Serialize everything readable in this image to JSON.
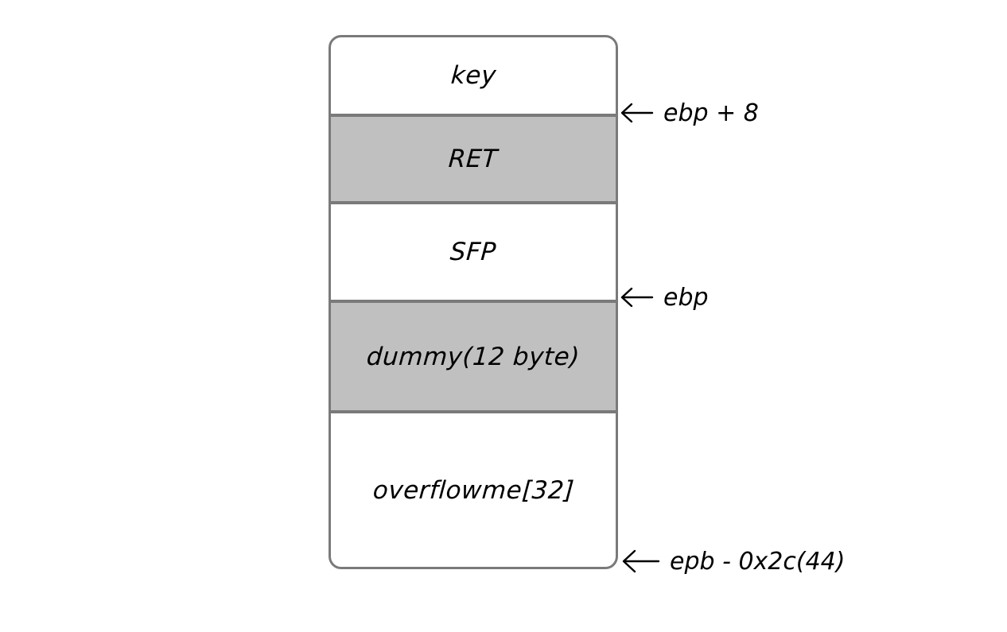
{
  "slots": [
    {
      "label": "key",
      "shaded": false
    },
    {
      "label": "RET",
      "shaded": true
    },
    {
      "label": "SFP",
      "shaded": false
    },
    {
      "label": "dummy(12 byte)",
      "shaded": true
    },
    {
      "label": "overflowme[32]",
      "shaded": false
    }
  ],
  "pointers": [
    {
      "label": "ebp + 8",
      "icon": "left-arrow-icon"
    },
    {
      "label": "ebp",
      "icon": "left-arrow-icon"
    },
    {
      "label": "epb - 0x2c(44)",
      "icon": "left-arrow-icon"
    }
  ],
  "colors": {
    "shaded": "#c0c0c0",
    "border": "#7a7a7a",
    "text": "#000000",
    "background": "#ffffff"
  }
}
